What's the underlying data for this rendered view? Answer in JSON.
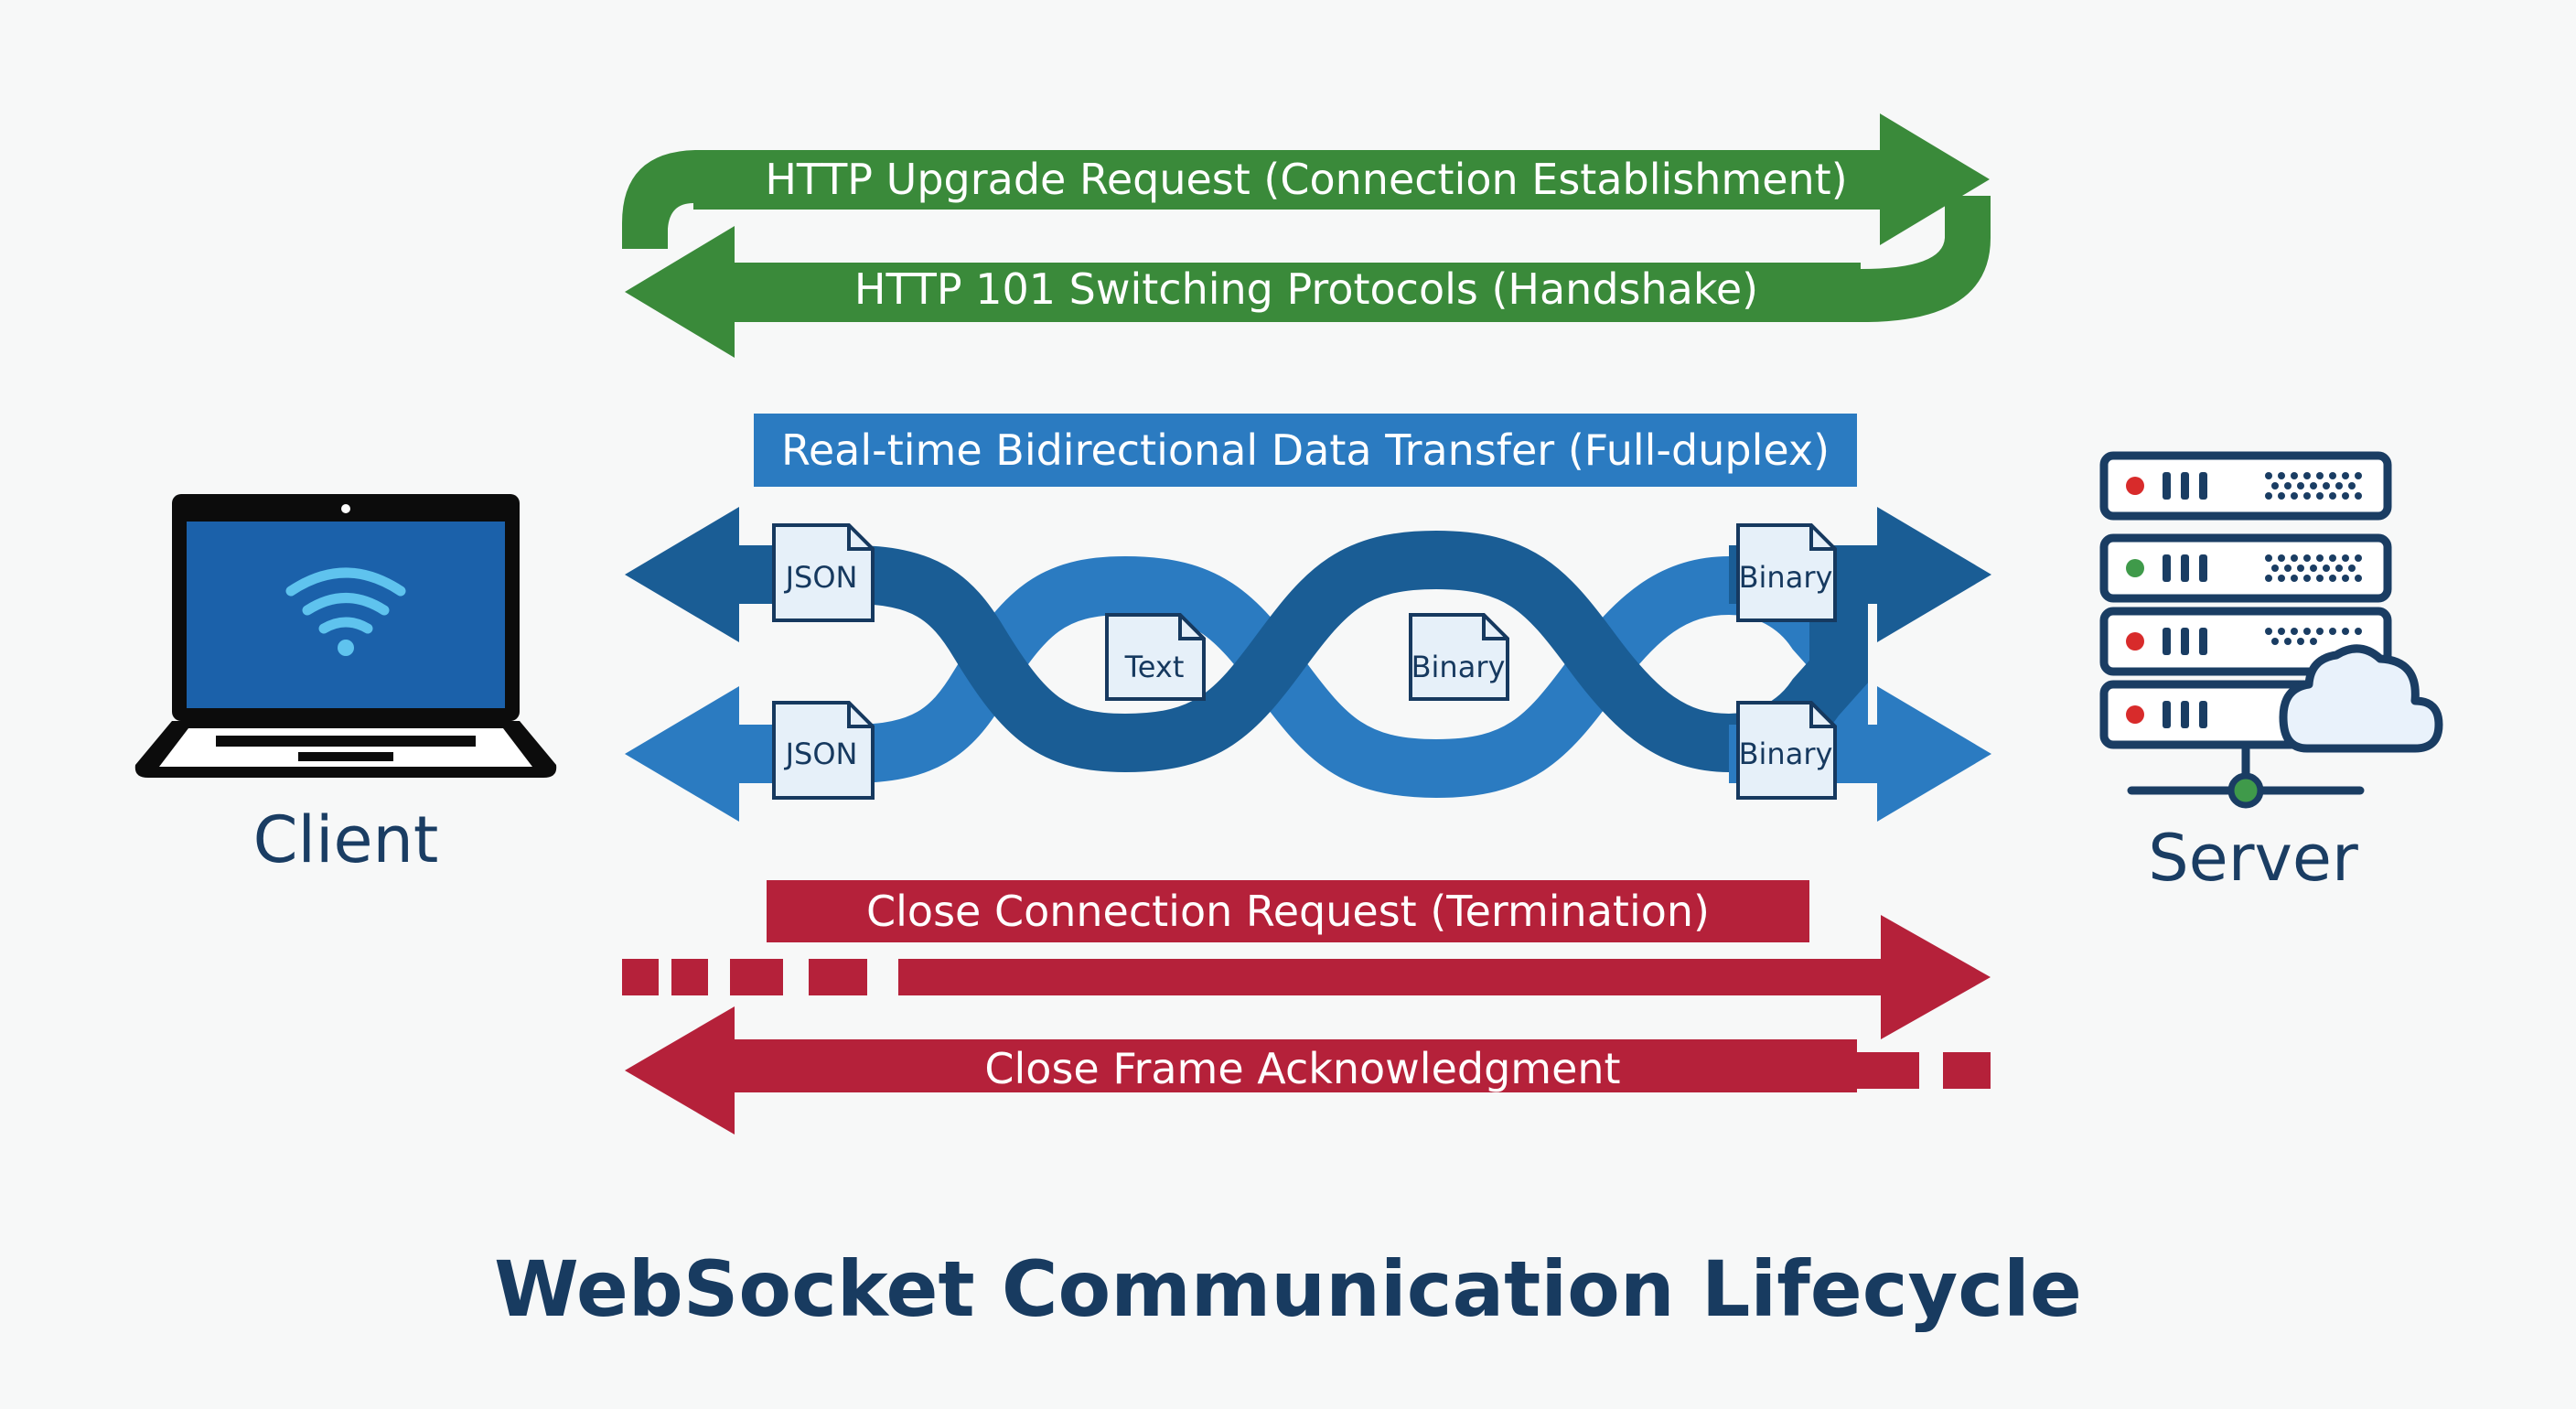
{
  "diagram": {
    "title": "WebSocket Communication Lifecycle",
    "client": {
      "label": "Client",
      "icon": "laptop-wifi-icon"
    },
    "server": {
      "label": "Server",
      "icon": "server-rack-cloud-icon"
    },
    "handshake": {
      "request": "HTTP Upgrade Request (Connection Establishment)",
      "response": "HTTP 101 Switching Protocols (Handshake)",
      "color": "#3a8a3a"
    },
    "data_transfer": {
      "label": "Real-time Bidirectional Data Transfer (Full-duplex)",
      "color_dark": "#1a5d95",
      "color_light": "#2b7bc1",
      "frames": {
        "json_top": "JSON",
        "json_bottom": "JSON",
        "text": "Text",
        "binary_middle": "Binary",
        "binary_top": "Binary",
        "binary_bottom": "Binary"
      }
    },
    "termination": {
      "request": "Close Connection Request (Termination)",
      "ack": "Close Frame Acknowledgment",
      "color": "#b5213a"
    }
  }
}
